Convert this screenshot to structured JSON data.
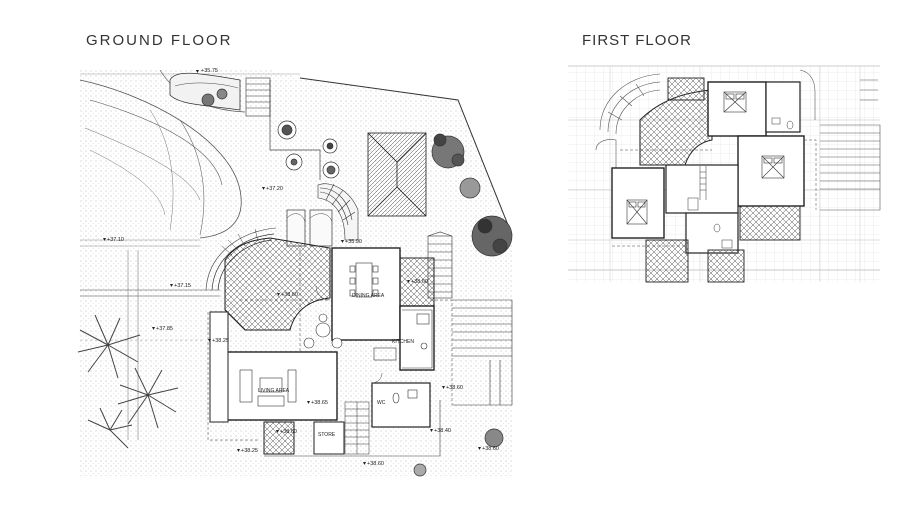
{
  "titles": {
    "ground_floor": "GROUND FLOOR",
    "first_floor": "FIRST FLOOR"
  },
  "ground_floor": {
    "rooms": {
      "dining": "DINING AREA",
      "kitchen": "KITCHEN",
      "living": "LIVING AREA",
      "wc": "WC",
      "store": "STORE"
    },
    "levels": {
      "l1": "+35.75",
      "l2": "+37.20",
      "l3": "+37.10",
      "l4": "+35.90",
      "l5": "+37.15",
      "l6": "+38.60",
      "l7": "+38.60",
      "l8": "+37.85",
      "l9": "+38.25",
      "l10": "+38.65",
      "l11": "+38.60",
      "l12": "+38.60",
      "l13": "+38.40",
      "l14": "+38.25",
      "l15": "+38.60",
      "l16": "+38.60"
    }
  },
  "colors": {
    "line": "#333333",
    "light_line": "#aaaaaa",
    "heading": "#333333",
    "background": "#ffffff"
  }
}
